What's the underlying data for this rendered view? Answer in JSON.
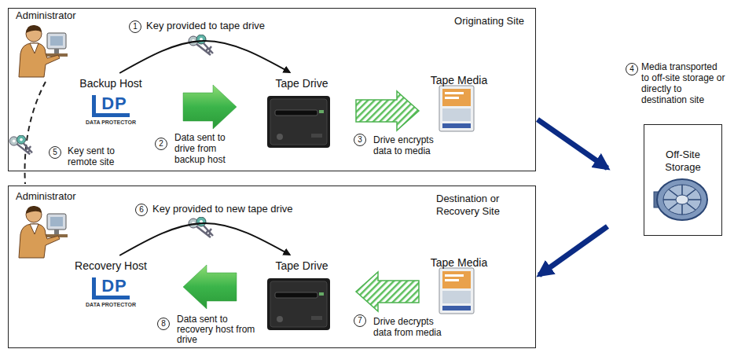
{
  "diagram": {
    "nodes": [
      {
        "text": [
          "Originating Site"
        ]
      },
      {
        "text": [
          "Backup Host",
          "DP",
          "DATA PROTECTOR"
        ],
        "in": 0
      },
      {
        "text": [
          "Tape Drive"
        ],
        "in": 0
      },
      {
        "text": [
          "Tape Media"
        ],
        "in": 0
      },
      {
        "text": [
          "Off-Site Storage"
        ]
      },
      {
        "text": [
          "Destination or Recovery Site"
        ]
      },
      {
        "text": [
          "Recovery Host",
          "DP",
          "DATA PROTECTOR"
        ],
        "in": 5
      },
      {
        "text": [
          "Tape Drive"
        ],
        "in": 5
      },
      {
        "text": [
          "Tape Media"
        ],
        "in": 5
      }
    ],
    "edges": [
      {
        "from": 1,
        "to": 2,
        "arrow": "to"
      },
      {
        "from": 1,
        "to": 2,
        "arrow": "to"
      },
      {
        "from": 2,
        "to": 3,
        "arrow": "to"
      },
      {
        "from": 0,
        "to": 4,
        "arrow": "to"
      },
      {
        "from": 4,
        "to": 5,
        "arrow": "to"
      },
      {
        "from": 6,
        "to": 7,
        "arrow": "to"
      },
      {
        "from": 8,
        "to": 7,
        "arrow": "to"
      },
      {
        "from": 7,
        "to": 6,
        "arrow": "to"
      }
    ],
    "labels": [
      "Administrator",
      "1",
      "Key provided to tape drive",
      "2",
      "Data sent to drive from backup host",
      "3",
      "Drive encrypts data to media",
      "5",
      "Key sent to remote site",
      "4",
      "Media transported to off-site storage or directly to destination site",
      "Administrator",
      "6",
      "Key provided to new tape drive",
      "7",
      "Drive decrypts data from media",
      "8",
      "Data sent to recovery host from drive"
    ]
  }
}
